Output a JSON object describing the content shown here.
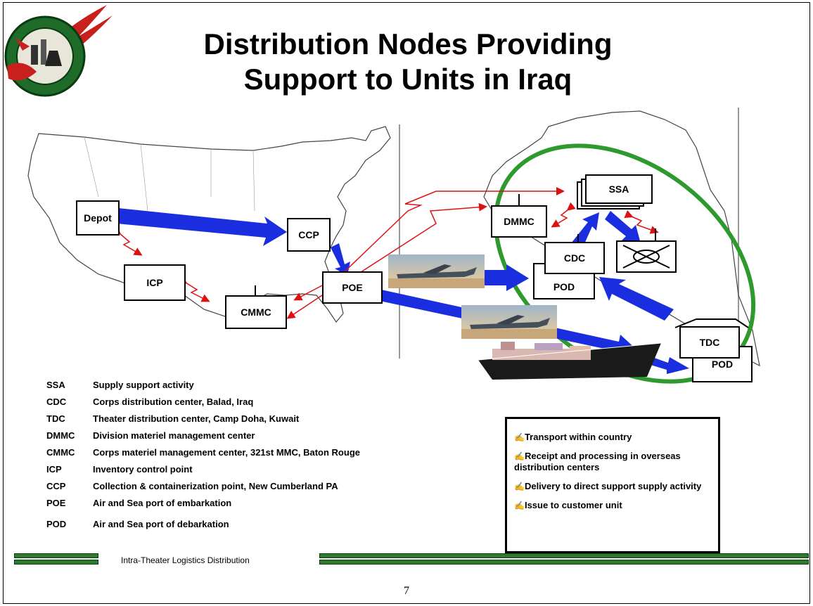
{
  "title_line1": "Distribution Nodes Providing",
  "title_line2": "Support to Units in Iraq",
  "nodes": {
    "depot": "Depot",
    "ccp": "CCP",
    "icp": "ICP",
    "cmmc": "CMMC",
    "poe": "POE",
    "dmmc": "DMMC",
    "ssa": "SSA",
    "cdc": "CDC",
    "pod_air": "POD",
    "tdc": "TDC",
    "pod_sea": "POD"
  },
  "legend": [
    {
      "abbr": "SSA",
      "desc": "Supply support  activity"
    },
    {
      "abbr": "CDC",
      "desc": "Corps distribution center, Balad, Iraq"
    },
    {
      "abbr": "TDC",
      "desc": "Theater distribution center, Camp Doha, Kuwait"
    },
    {
      "abbr": "DMMC",
      "desc": "Division materiel management center"
    },
    {
      "abbr": "CMMC",
      "desc": "Corps materiel management center, 321st MMC, Baton Rouge"
    },
    {
      "abbr": "ICP",
      "desc": "Inventory control point"
    },
    {
      "abbr": "CCP",
      "desc": "Collection & containerization point, New Cumberland PA"
    },
    {
      "abbr": "POE",
      "desc": "Air and Sea port of embarkation"
    },
    {
      "abbr": "POD",
      "desc": "Air and Sea port of debarkation"
    }
  ],
  "tasks": [
    "Transport within country",
    "Receipt and processing in overseas distribution centers",
    "Delivery to direct support supply activity",
    "Issue to customer unit"
  ],
  "footer_label": "Intra-Theater Logistics Distribution",
  "page_number": "7",
  "colors": {
    "flow_arrow": "#1a2ee0",
    "info_arrow": "#e01010",
    "ellipse": "#2e9a2e",
    "footer_bar": "#2f7a2f"
  },
  "icons": {
    "logo": "army-science-board-seal-icon",
    "unit": "infantry-unit-symbol-icon",
    "plane": "cargo-aircraft-icon",
    "ship": "cargo-ship-icon",
    "task_bullet": "check-mark-icon"
  }
}
